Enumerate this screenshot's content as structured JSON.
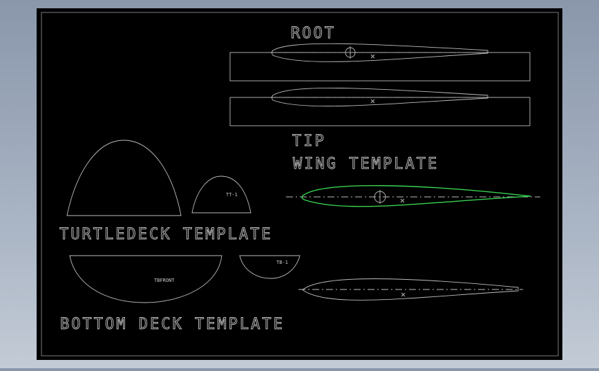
{
  "colors": {
    "background": "#000000",
    "line": "#c8c8c8",
    "highlight": "#39d353"
  },
  "labels": {
    "root": "ROOT",
    "tip": "TIP",
    "wing_template": "WING TEMPLATE",
    "turtledeck_template": "TURTLEDECK TEMPLATE",
    "bottom_deck_template": "BOTTOM DECK TEMPLATE",
    "tt1": "TT-1",
    "tb1": "TB-1",
    "tbfront": "TBFRONT"
  }
}
